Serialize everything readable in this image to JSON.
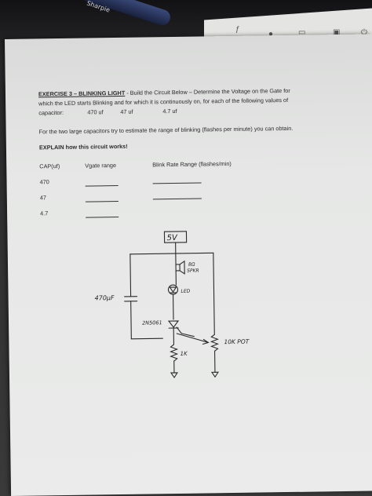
{
  "background": {
    "desk_color": "#2b2a2b",
    "paper_color": "#e6e7e6",
    "pen_brand": "Sharpie"
  },
  "exercise": {
    "title": "EXERCISE 3 – BLINKING LIGHT",
    "intro_line1": " -  Build the Circuit Below – Determine the Voltage on the Gate for",
    "intro_line2": "which the LED starts Blinking and for which it is continuously on,  for each of the following values of",
    "intro_line3": "capacitor:",
    "cap_values_inline": [
      "470 uf",
      "47 uf",
      "4.7 uf"
    ],
    "estimate_line": "For the two large capacitors try to estimate the range of blinking (flashes per minute) you can obtain.",
    "explain_line": "EXPLAIN how this circuit works!"
  },
  "table": {
    "headers": [
      "CAP(uf)",
      "Vgate range",
      "Blink Rate Range (flashes/min)"
    ],
    "rows": [
      "470",
      "47",
      "4.7"
    ]
  },
  "schematic": {
    "supply_label": "5V",
    "speaker_label_line1": "8Ω",
    "speaker_label_line2": "SPKR",
    "led_label": "LED",
    "capacitor_label": "470μF",
    "transistor_label": "2N5061",
    "pot_label": "10K POT",
    "resistor_label": "1K"
  }
}
